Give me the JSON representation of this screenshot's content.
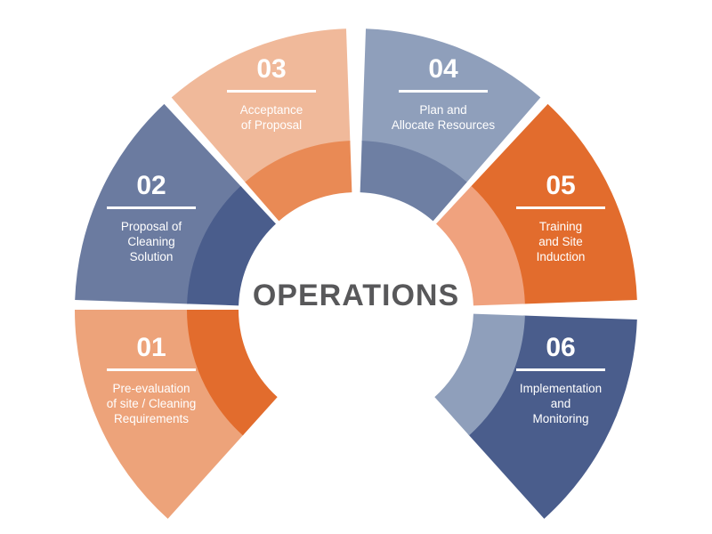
{
  "title": "OPERATIONS",
  "steps": [
    {
      "number": "01",
      "lines": [
        "Pre-evaluation",
        "of site / Cleaning",
        "Requirements"
      ],
      "color": "#eda37a",
      "inner_color": "#e26c2d"
    },
    {
      "number": "02",
      "lines": [
        "Proposal of",
        "Cleaning",
        "Solution"
      ],
      "color": "#6b7ba0",
      "inner_color": "#4a5d8c"
    },
    {
      "number": "03",
      "lines": [
        "Acceptance",
        "of Proposal"
      ],
      "color": "#f0b99a",
      "inner_color": "#e98a55"
    },
    {
      "number": "04",
      "lines": [
        "Plan and",
        "Allocate Resources"
      ],
      "color": "#8f9fbb",
      "inner_color": "#6e7fa3"
    },
    {
      "number": "05",
      "lines": [
        "Training",
        "and Site",
        "Induction"
      ],
      "color": "#e26c2d",
      "inner_color": "#f0a27e"
    },
    {
      "number": "06",
      "lines": [
        "Implementation",
        "and",
        "Monitoring"
      ],
      "color": "#4a5d8c",
      "inner_color": "#8f9fbb"
    }
  ]
}
